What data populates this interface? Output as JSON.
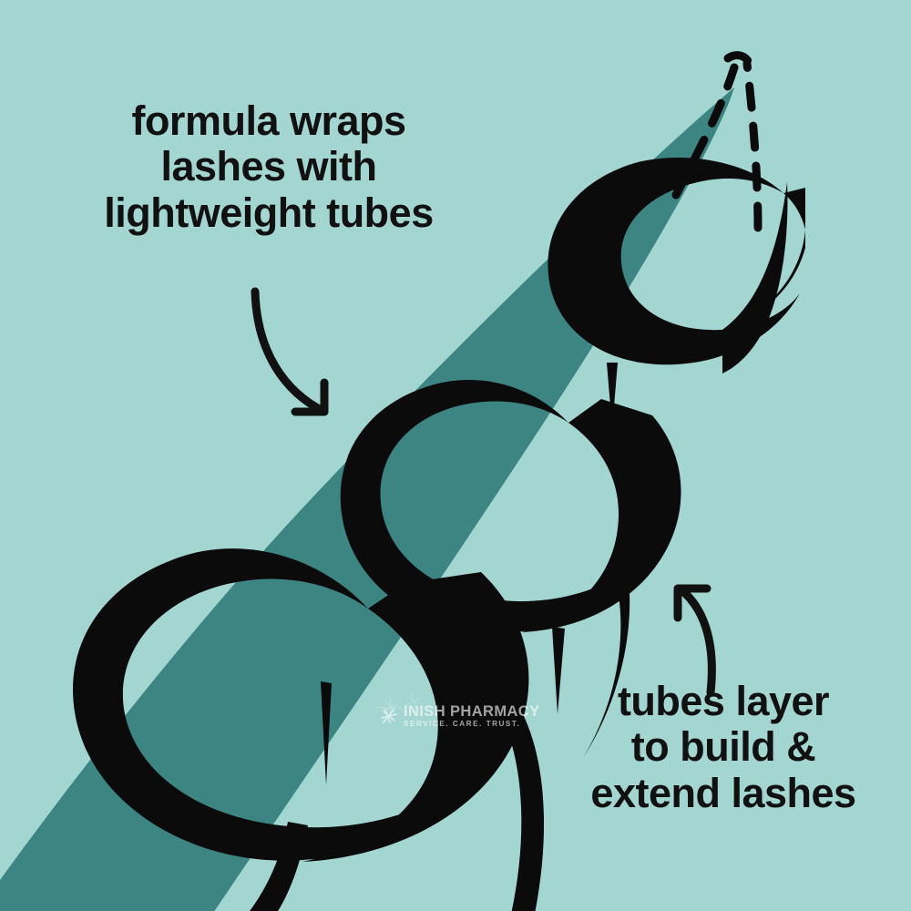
{
  "graphic": {
    "title": "Tubing mascara lash illustration",
    "background_color": "#a4d6d1",
    "lash_color": "#3d8583",
    "tube_color": "#0b0b0b",
    "text_color": "#111111"
  },
  "captions": {
    "top": "formula wraps\nlashes with\nlightweight tubes",
    "bottom": "tubes layer\nto build &\nextend lashes"
  },
  "arrows": {
    "top_arrow_label": "curved-arrow-down-right",
    "bottom_arrow_label": "curved-arrow-up-left"
  },
  "dashed_tip": {
    "label": "dashed-lash-extension-outline"
  },
  "watermark": {
    "brand": "INISH PHARMACY",
    "tagline": "SERVICE. CARE. TRUST.",
    "mark": "star-burst-icon"
  }
}
